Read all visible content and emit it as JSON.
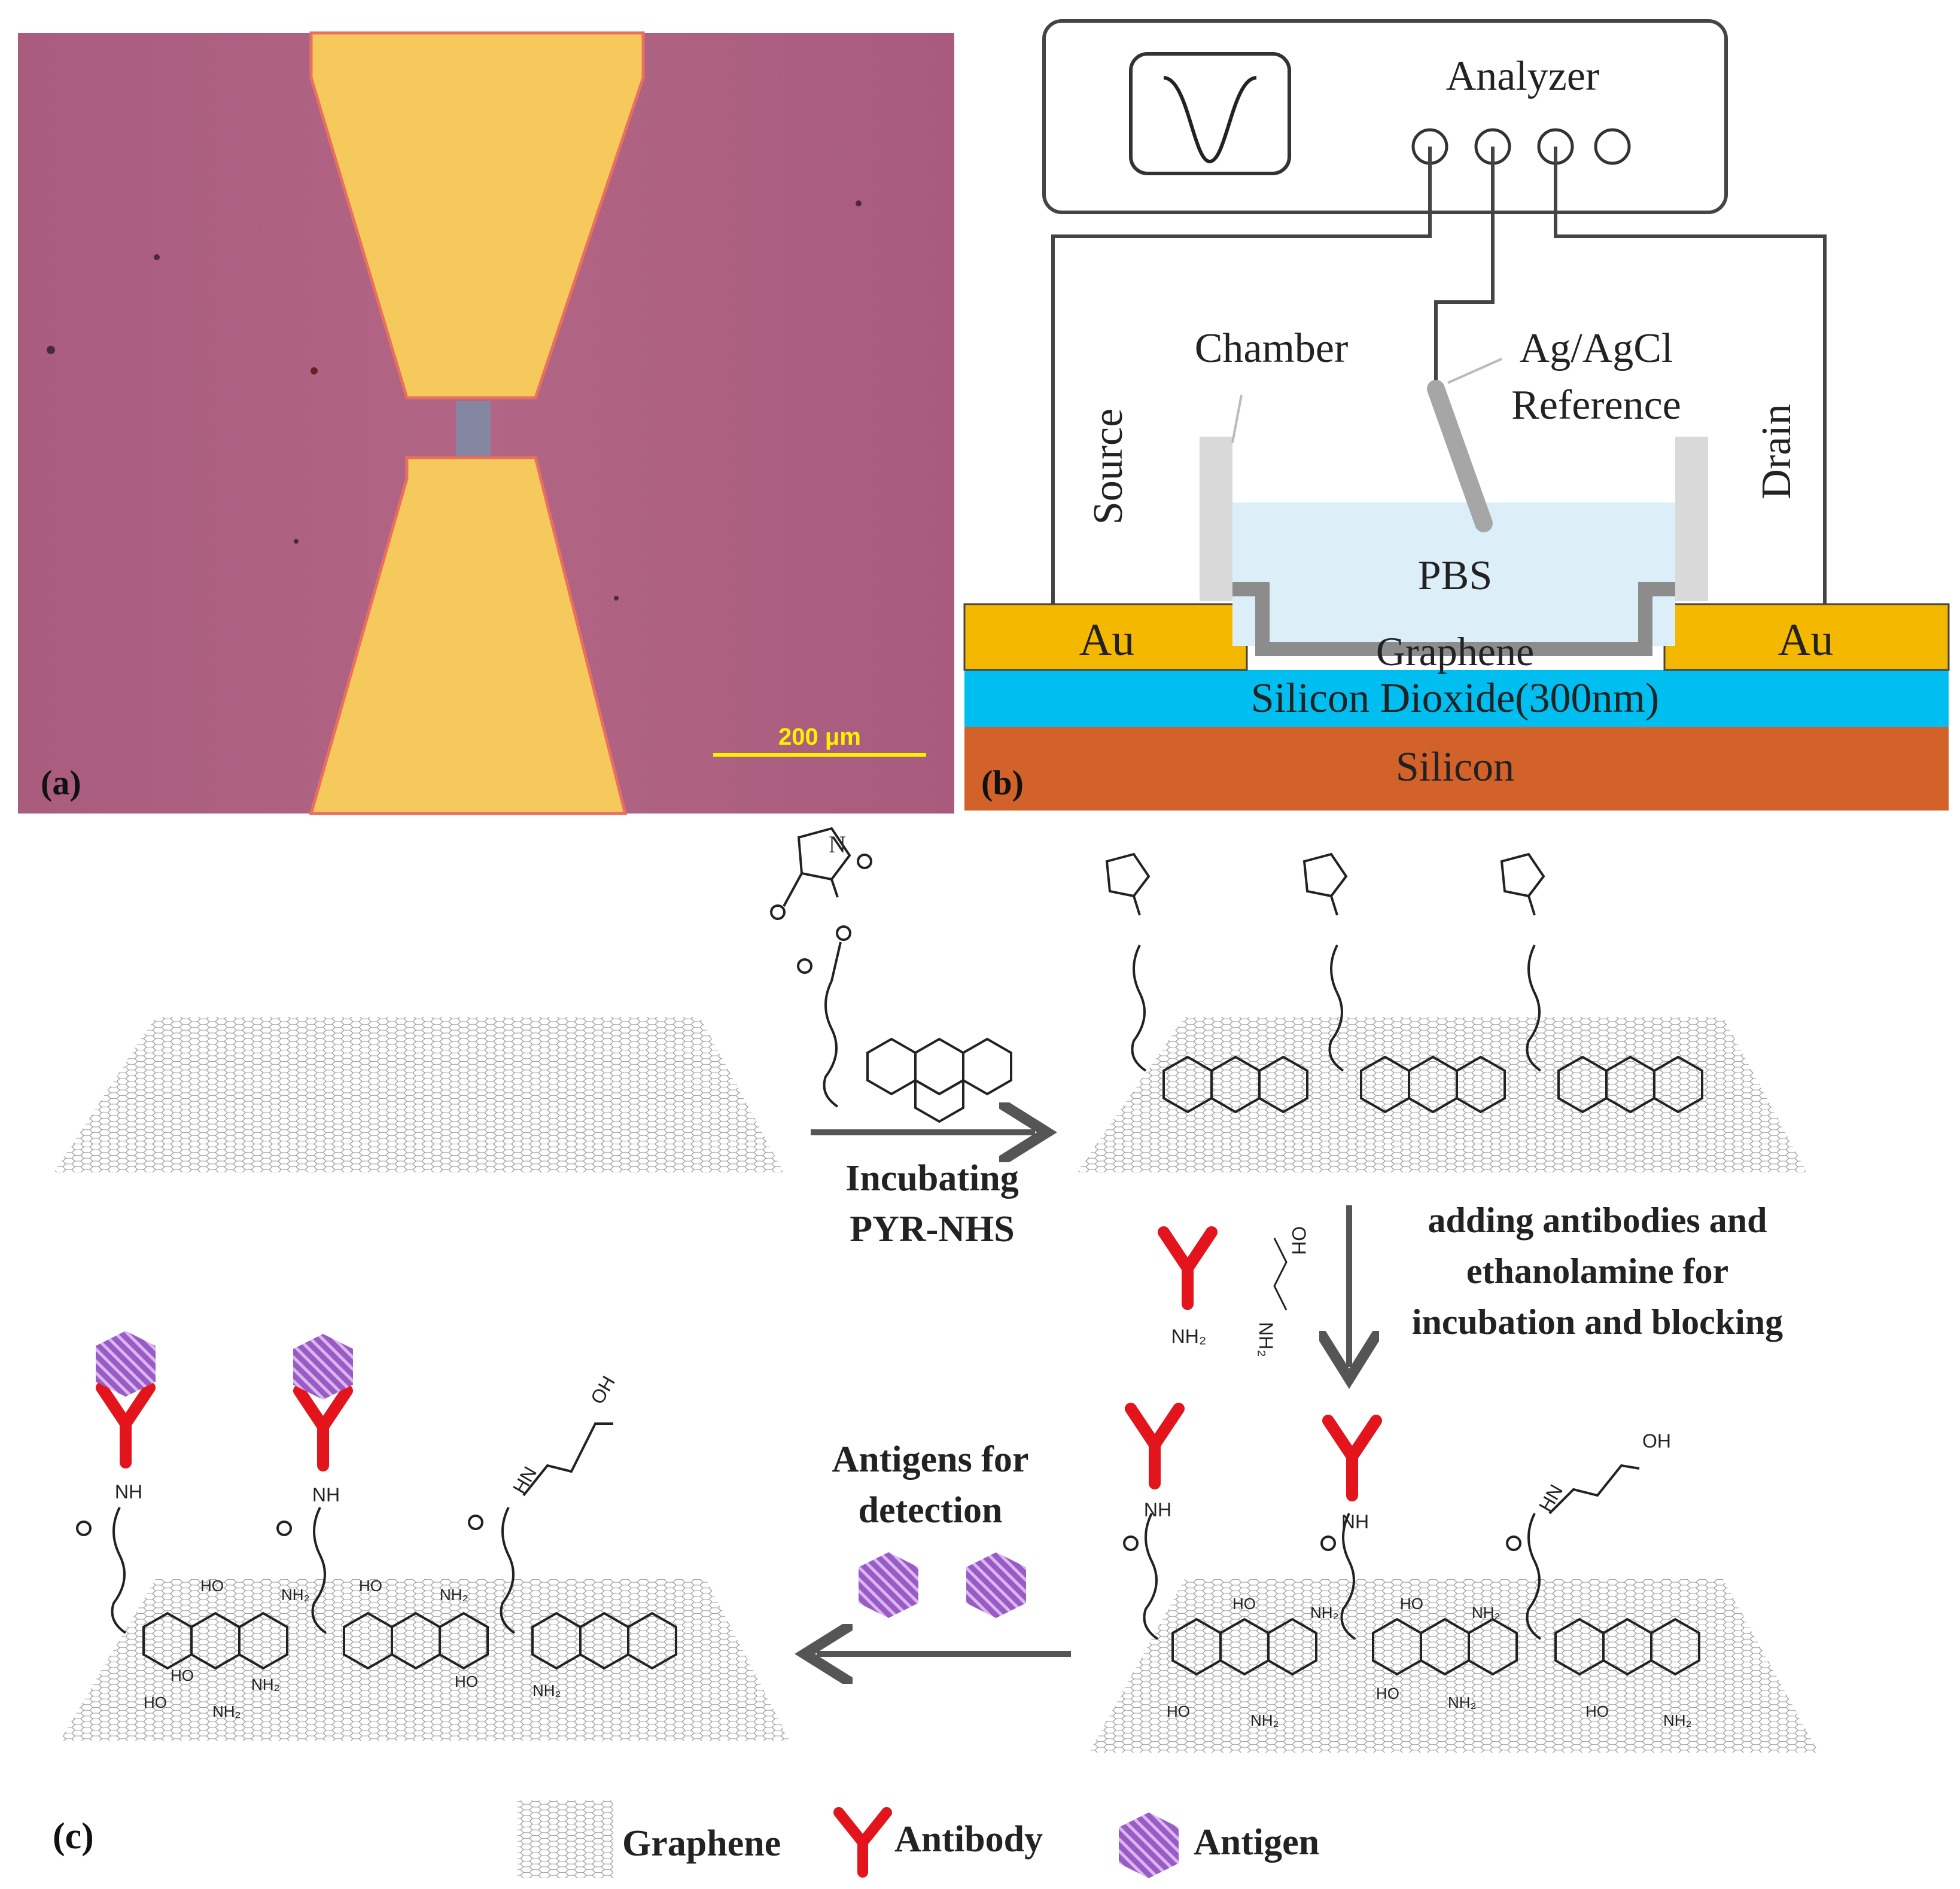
{
  "panel_a": {
    "label": "(a)",
    "scale_bar_text": "200 μm"
  },
  "panel_b": {
    "label": "(b)",
    "analyzer": "Analyzer",
    "chamber": "Chamber",
    "reference_line1": "Ag/AgCl",
    "reference_line2": "Reference",
    "source": "Source",
    "drain": "Drain",
    "pbs": "PBS",
    "au_left": "Au",
    "au_right": "Au",
    "graphene": "Graphene",
    "sio2": "Silicon Dioxide(300nm)",
    "silicon": "Silicon"
  },
  "panel_c": {
    "label": "(c)",
    "step1_line1": "Incubating",
    "step1_line2": "PYR-NHS",
    "step2_line1": "adding antibodies and",
    "step2_line2": "ethanolamine for",
    "step2_line3": "incubation and blocking",
    "step3_line1": "Antigens for",
    "step3_line2": "detection",
    "legend": {
      "graphene": "Graphene",
      "antibody": "Antibody",
      "antigen": "Antigen"
    },
    "chem": {
      "nh": "NH",
      "hn": "HN",
      "oh": "OH",
      "ho": "HO",
      "nh2": "NH₂"
    }
  },
  "colors": {
    "gold": "#F5B800",
    "sio2": "#00BFF0",
    "silicon": "#D2622A",
    "graphene_gray": "#8C8C8C",
    "pbs": "#DCEFF9",
    "antibody_red": "#E3141B",
    "antigen_purple": "#9A5BC6",
    "micrograph_bg": "#B0607F",
    "micrograph_pad": "#F6C95C",
    "scale_yellow": "#FFF200"
  }
}
